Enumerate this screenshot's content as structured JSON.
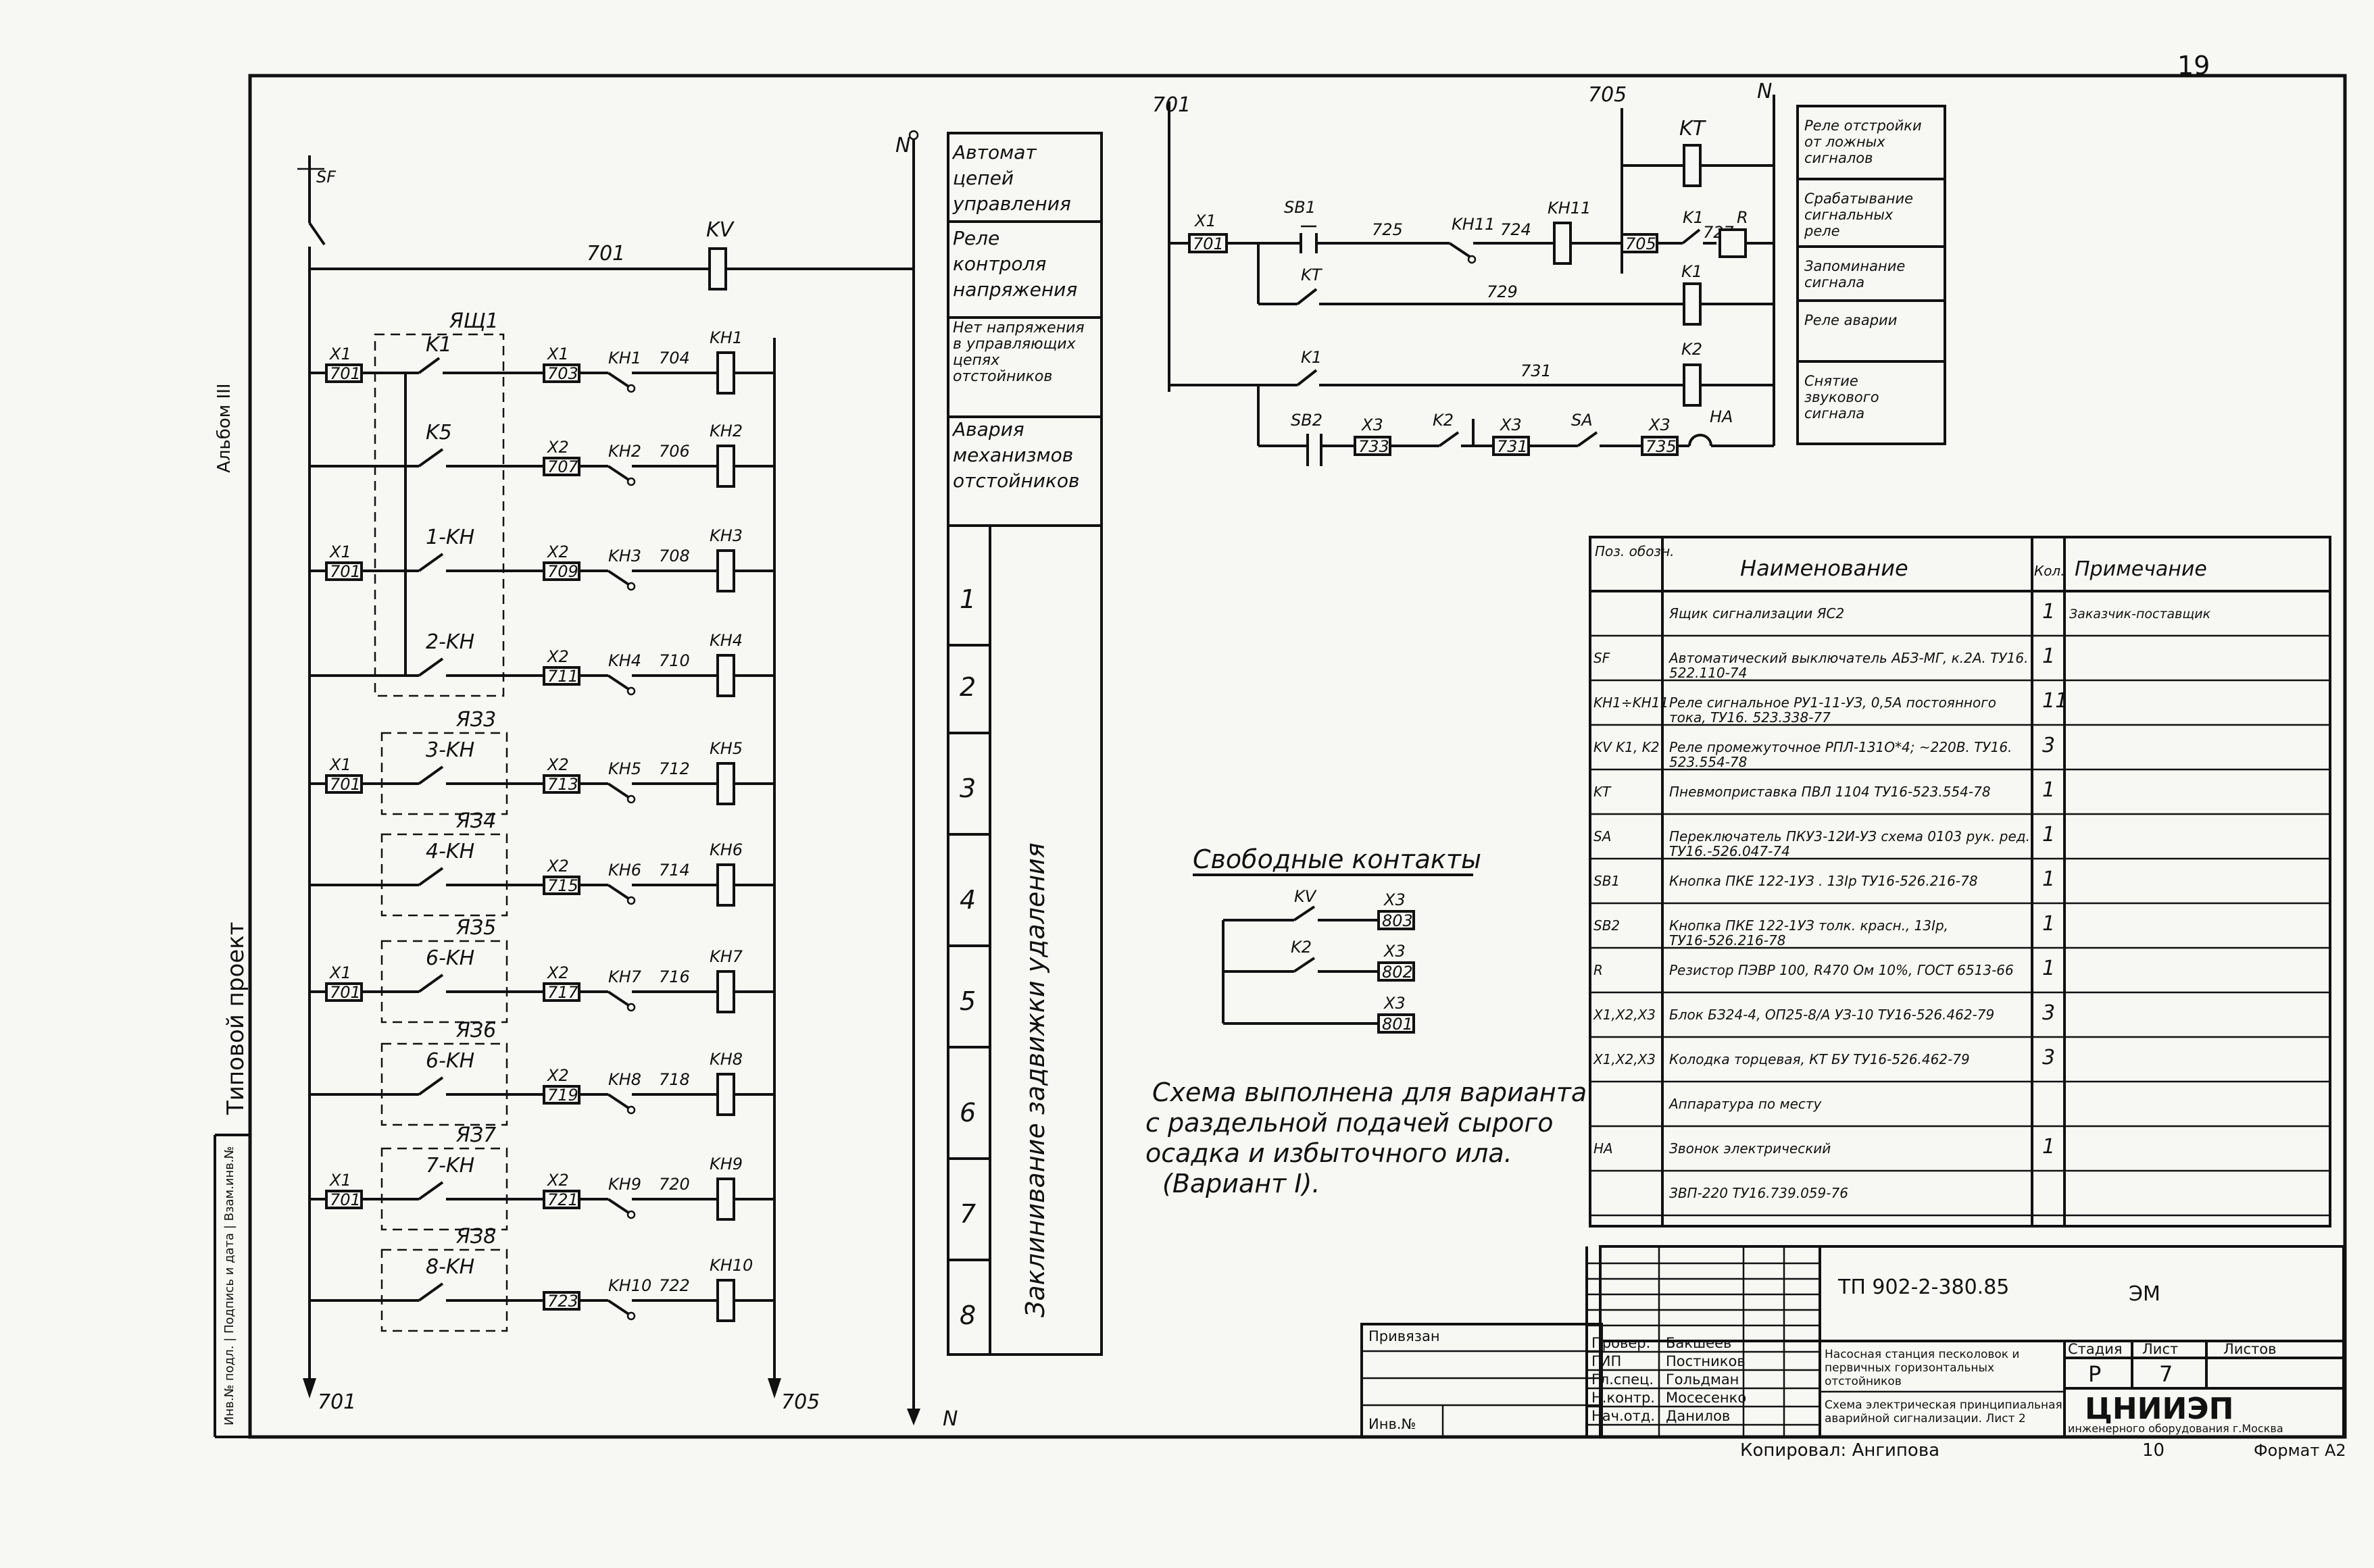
{
  "side": {
    "top_label": "Альбом III",
    "project_label": "Типовой проект",
    "archive_label": "Инв.№ подл. | Подпись и дата | Взам.инв.№"
  },
  "sheet_mark": "19",
  "left_circuit": {
    "top_wire": "701",
    "relay_kv": "KV",
    "sf_label": "SF",
    "rung1": {
      "group": "ЯЩ1",
      "term1": "X1",
      "term1_no": "701",
      "contact": "K1",
      "term2": "X1",
      "term2_no": "703",
      "kh": "KH1",
      "wire": "704",
      "coil": "KH1"
    },
    "rungs": [
      {
        "group": "",
        "term1": "",
        "term1_no": "",
        "contact": "K5",
        "term2": "X2",
        "term2_no": "707",
        "kh": "KH2",
        "wire": "706",
        "coil": "KH2"
      },
      {
        "group": "",
        "term1": "X1",
        "term1_no": "701",
        "contact": "1-KH",
        "term2": "X2",
        "term2_no": "709",
        "kh": "KH3",
        "wire": "708",
        "coil": "KH3"
      },
      {
        "group": "",
        "term1": "",
        "term1_no": "",
        "contact": "2-KH",
        "term2": "X2",
        "term2_no": "711",
        "kh": "KH4",
        "wire": "710",
        "coil": "KH4"
      },
      {
        "group": "ЯЗ3",
        "term1": "X1",
        "term1_no": "701",
        "contact": "3-KH",
        "term2": "X2",
        "term2_no": "713",
        "kh": "KH5",
        "wire": "712",
        "coil": "KH5"
      },
      {
        "group": "ЯЗ4",
        "term1": "",
        "term1_no": "",
        "contact": "4-KH",
        "term2": "X2",
        "term2_no": "715",
        "kh": "KH6",
        "wire": "714",
        "coil": "KH6"
      },
      {
        "group": "ЯЗ5",
        "term1": "X1",
        "term1_no": "701",
        "contact": "6-KH",
        "term2": "X2",
        "term2_no": "717",
        "kh": "KH7",
        "wire": "716",
        "coil": "KH7"
      },
      {
        "group": "ЯЗ6",
        "term1": "",
        "term1_no": "",
        "contact": "6-KH",
        "term2": "X2",
        "term2_no": "719",
        "kh": "KH8",
        "wire": "718",
        "coil": "KH8"
      },
      {
        "group": "ЯЗ7",
        "term1": "X1",
        "term1_no": "701",
        "contact": "7-KH",
        "term2": "X2",
        "term2_no": "721",
        "kh": "KH9",
        "wire": "720",
        "coil": "KH9"
      },
      {
        "group": "ЯЗ8",
        "term1": "",
        "term1_no": "",
        "contact": "8-KH",
        "term2": "",
        "term2_no": "723",
        "kh": "KH10",
        "wire": "722",
        "coil": "KH10"
      }
    ],
    "bottom_left": "701",
    "bottom_right": "705",
    "n_top": "N",
    "n_bottom": "N"
  },
  "function_column": {
    "cells": [
      {
        "text": "Автомат цепей управления"
      },
      {
        "text": "Реле контроля напряжения"
      },
      {
        "text": "Нет напряжения в управляющих цепях отстойников"
      },
      {
        "text": "Авария механизмов отстойников"
      }
    ],
    "numbers": [
      "1",
      "2",
      "3",
      "4",
      "5",
      "6",
      "7",
      "8"
    ],
    "vertical_text": "Заклинивание задвижки удаления"
  },
  "right_circuit": {
    "wire_left": "701",
    "wire_top": "705",
    "n_label": "N",
    "kt_coil": "KT",
    "row1": {
      "term": "X1",
      "term_no": "701",
      "button": "SB1",
      "wire1": "725",
      "kh": "KH11",
      "wire2": "724",
      "coil": "KH11",
      "term2_no": "705",
      "k1": "K1",
      "r": "R",
      "wire3": "727"
    },
    "row2": {
      "contact": "KT",
      "wire": "729",
      "coil": "K1"
    },
    "row3": {
      "contact": "K1",
      "wire": "731",
      "coil": "K2"
    },
    "row4": {
      "button": "SB2",
      "t1": "X3",
      "t1_no": "733",
      "k2": "K2",
      "t2": "X3",
      "t2_no": "731",
      "sa": "SA",
      "t3": "X3",
      "t3_no": "735",
      "ha": "HA"
    }
  },
  "legend_table": [
    "Реле отстройки от ложных сигналов",
    "Срабатывание сигнальных реле",
    "Запоминание сигнала",
    "Реле аварии",
    "Снятие звукового сигнала"
  ],
  "free_contacts": {
    "title": "Свободные контакты",
    "kv": "KV",
    "k2": "K2",
    "x3": "X3",
    "t1": "803",
    "t2": "802",
    "t3": "801"
  },
  "note": {
    "lines": [
      "Схема выполнена для варианта",
      "с раздельной подачей сырого",
      "осадка и избыточного ила.",
      "(Вариант I)."
    ]
  },
  "spec_table": {
    "headers": {
      "pos": "Поз. обозн.",
      "name": "Наименование",
      "qty": "Кол.",
      "note": "Примечание"
    },
    "rows": [
      {
        "pos": "",
        "name": "Ящик сигнализации ЯС2",
        "qty": "1",
        "note": "Заказчик-поставщик"
      },
      {
        "pos": "SF",
        "name": "Автоматический выключатель АБЗ-МГ, к.2А. ТУ16. 522.110-74",
        "qty": "1",
        "note": ""
      },
      {
        "pos": "KH1÷KH11",
        "name": "Реле сигнальное РУ1-11-УЗ, 0,5А постоянного тока, ТУ16. 523.338-77",
        "qty": "11",
        "note": ""
      },
      {
        "pos": "KV K1, K2",
        "name": "Реле промежуточное РПЛ-131О*4; ~220В. ТУ16. 523.554-78",
        "qty": "3",
        "note": ""
      },
      {
        "pos": "KT",
        "name": "Пневмоприставка ПВЛ 1104 ТУ16-523.554-78",
        "qty": "1",
        "note": ""
      },
      {
        "pos": "SA",
        "name": "Переключатель ПКУ3-12И-УЗ схема 0103 рук. ред. ТУ16.-526.047-74",
        "qty": "1",
        "note": ""
      },
      {
        "pos": "SB1",
        "name": "Кнопка ПКЕ 122-1УЗ . 13Iр ТУ16-526.216-78",
        "qty": "1",
        "note": ""
      },
      {
        "pos": "SB2",
        "name": "Кнопка ПКЕ 122-1УЗ толк. красн., 13Iр, ТУ16-526.216-78",
        "qty": "1",
        "note": ""
      },
      {
        "pos": "R",
        "name": "Резистор ПЭВР 100, R470 Ом 10%, ГОСТ 6513-66",
        "qty": "1",
        "note": ""
      },
      {
        "pos": "X1,X2,X3",
        "name": "Блок БЗ24-4, ОП25-8/А УЗ-10 ТУ16-526.462-79",
        "qty": "3",
        "note": ""
      },
      {
        "pos": "X1,X2,X3",
        "name": "Колодка торцевая, КТ БУ ТУ16-526.462-79",
        "qty": "3",
        "note": ""
      },
      {
        "pos": "",
        "name": "Аппаратура по месту",
        "qty": "",
        "note": ""
      },
      {
        "pos": "HA",
        "name": "Звонок электрический",
        "qty": "1",
        "note": ""
      },
      {
        "pos": "",
        "name": "ЗВП-220 ТУ16.739.059-76",
        "qty": "",
        "note": ""
      }
    ]
  },
  "title_block": {
    "code": "ТП 902-2-380.85",
    "mark": "ЭМ",
    "bound": "Привязан",
    "inv": "Инв.№",
    "object": "Насосная станция песколовок и первичных горизонтальных отстойников",
    "sheet_title": "Схема электрическая принципиальная аварийной сигнализации. Лист 2",
    "stage_h": "Стадия",
    "sheet_h": "Лист",
    "sheets_h": "Листов",
    "stage": "Р",
    "sheet_no": "7",
    "org": "ЦНИИЭП",
    "org_sub": "инженерного оборудования г.Москва",
    "roles": [
      "Провер.",
      "ГИП",
      "Гл.спец.",
      "Н.контр.",
      "Нач.отд."
    ],
    "names": [
      "Бакшеев",
      "Постников",
      "Гольдман",
      "Мосесенко",
      "Данилов"
    ],
    "copied": "Копировал: Ангипова",
    "copied_no": "10",
    "format": "Формат А2"
  }
}
